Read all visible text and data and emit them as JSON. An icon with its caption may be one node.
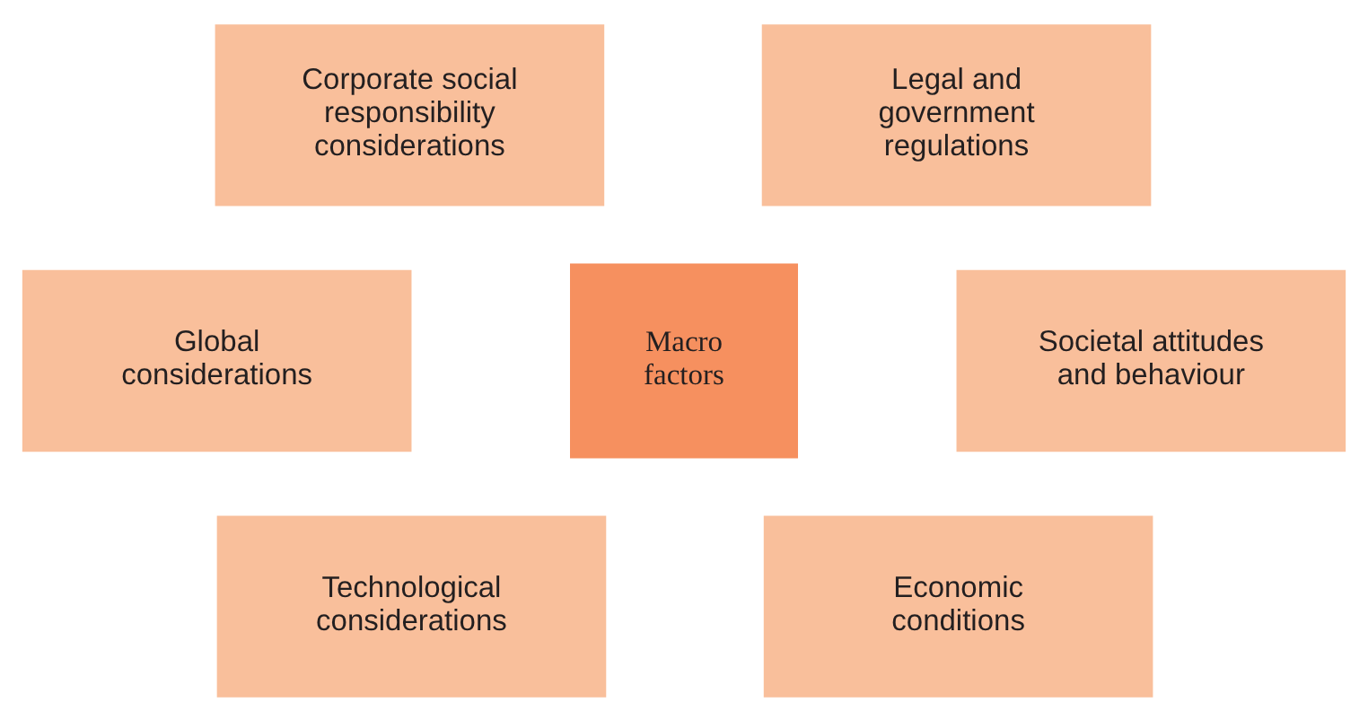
{
  "diagram": {
    "nodes": [
      {
        "text": [
          "Corporate social responsibility considerations"
        ]
      },
      {
        "text": [
          "Legal and government regulations"
        ]
      },
      {
        "text": [
          "Global considerations"
        ]
      },
      {
        "text": [
          "Macro factors"
        ]
      },
      {
        "text": [
          "Societal attitudes and behaviour"
        ]
      },
      {
        "text": [
          "Technological considerations"
        ]
      },
      {
        "text": [
          "Economic conditions"
        ]
      }
    ]
  }
}
